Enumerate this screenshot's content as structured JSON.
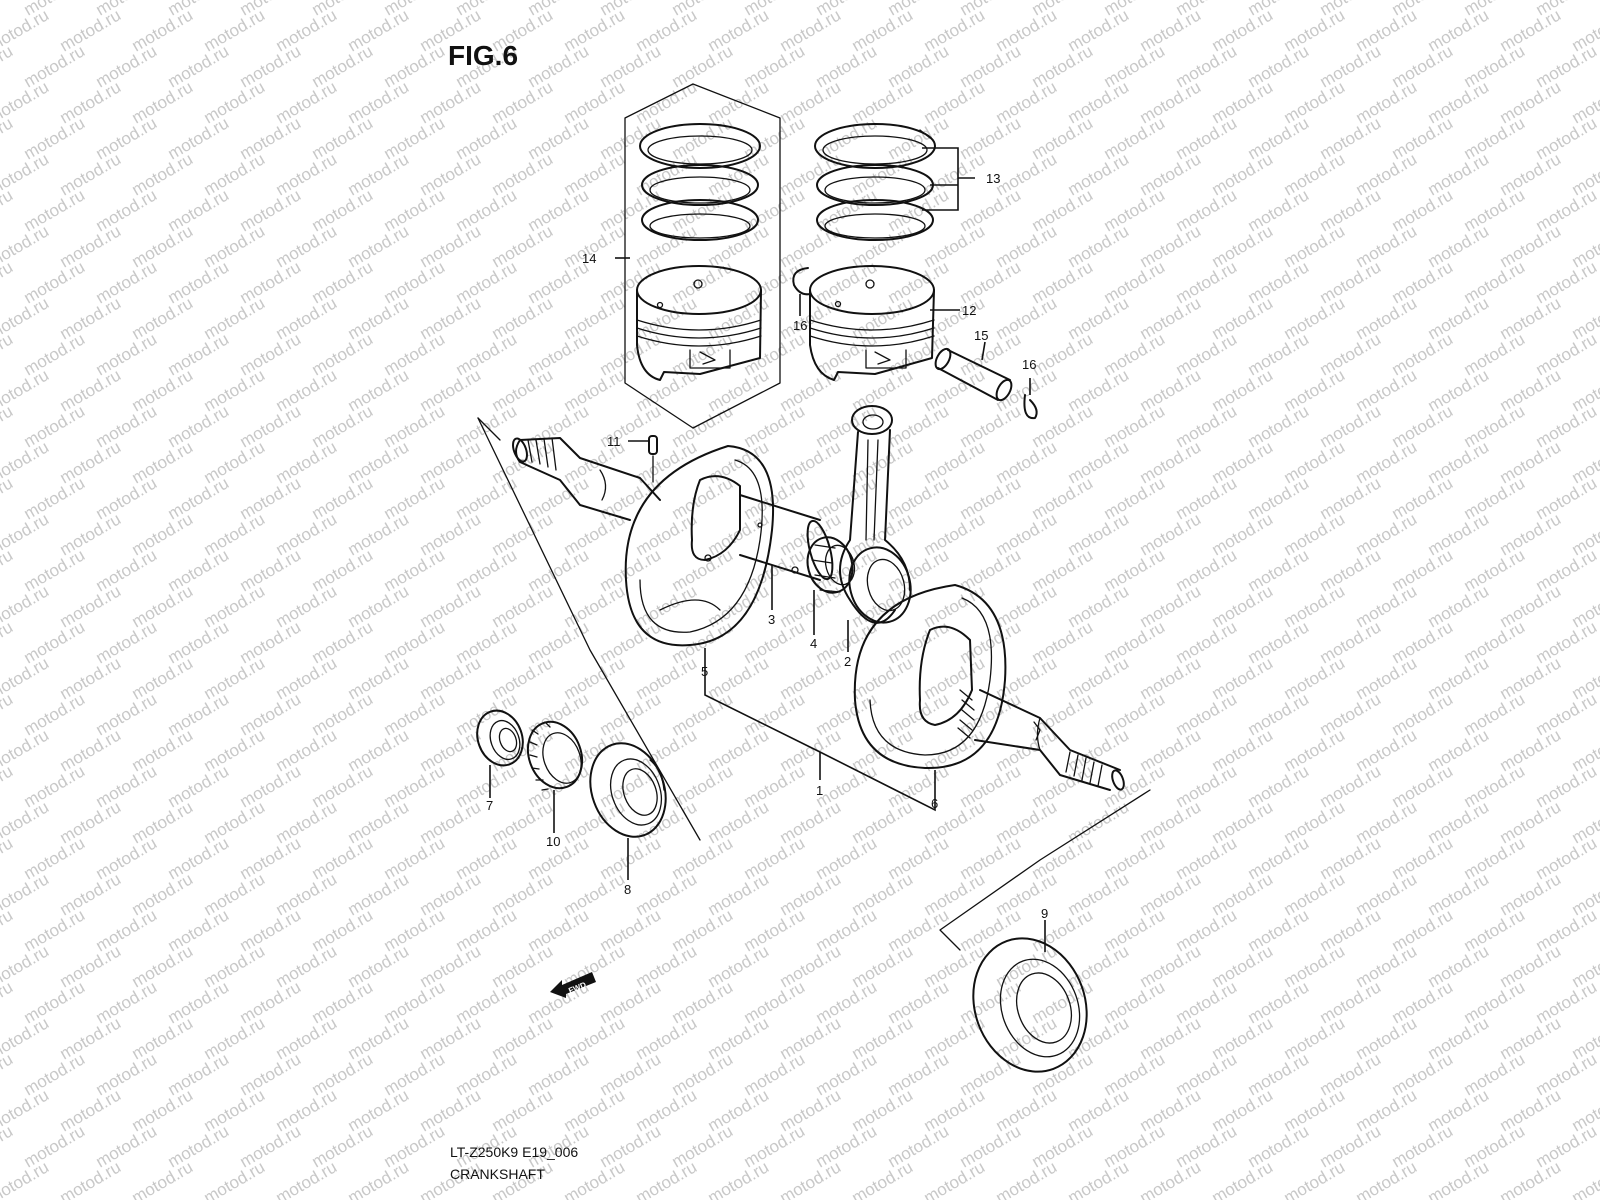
{
  "figure": {
    "title": "FIG.6",
    "code": "LT-Z250K9 E19_006",
    "name": "CRANKSHAFT"
  },
  "watermark": {
    "text": "motod.ru",
    "color": "#c8c8c8"
  },
  "direction_badge": {
    "text": "FWD"
  },
  "callouts": [
    {
      "id": "callout-1",
      "label": "1"
    },
    {
      "id": "callout-2",
      "label": "2"
    },
    {
      "id": "callout-3",
      "label": "3"
    },
    {
      "id": "callout-4",
      "label": "4"
    },
    {
      "id": "callout-5",
      "label": "5"
    },
    {
      "id": "callout-6",
      "label": "6"
    },
    {
      "id": "callout-7",
      "label": "7"
    },
    {
      "id": "callout-8",
      "label": "8"
    },
    {
      "id": "callout-9",
      "label": "9"
    },
    {
      "id": "callout-10",
      "label": "10"
    },
    {
      "id": "callout-11",
      "label": "11"
    },
    {
      "id": "callout-12",
      "label": "12"
    },
    {
      "id": "callout-13",
      "label": "13"
    },
    {
      "id": "callout-14",
      "label": "14"
    },
    {
      "id": "callout-15",
      "label": "15"
    },
    {
      "id": "callout-16a",
      "label": "16"
    },
    {
      "id": "callout-16b",
      "label": "16"
    }
  ]
}
